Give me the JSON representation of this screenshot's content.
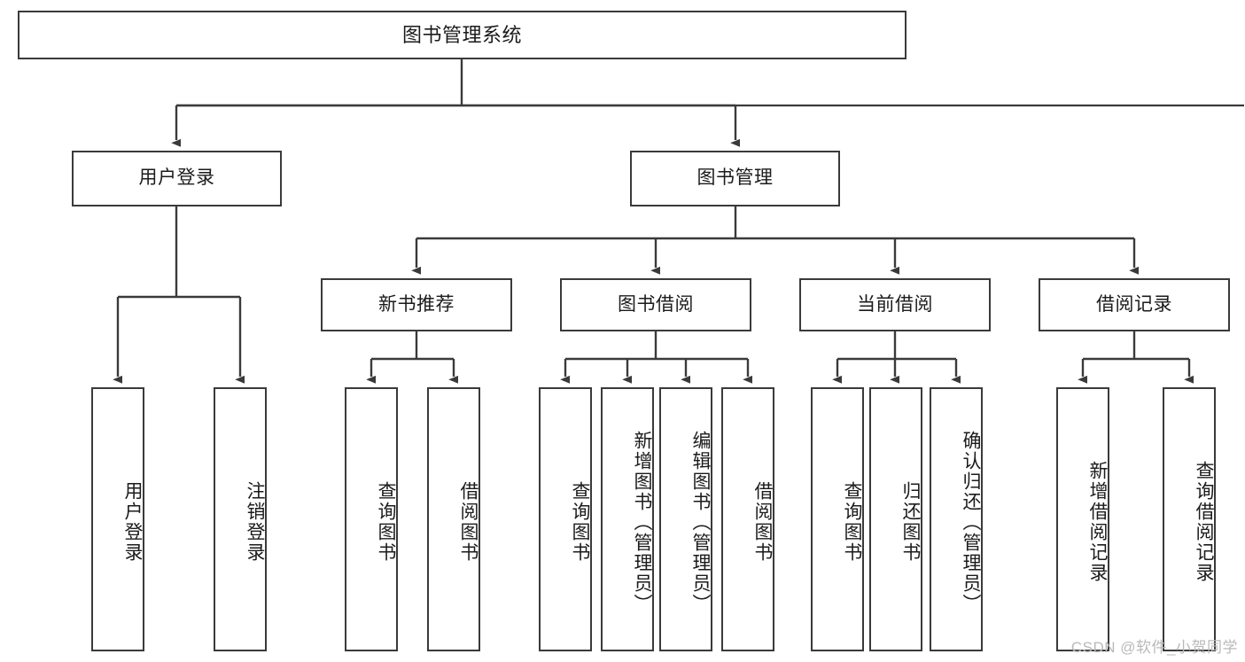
{
  "diagram": {
    "title": "图书管理系统",
    "type": "tree-hierarchy-diagram",
    "watermark": "CSDN @软件_小贺同学",
    "colors": {
      "box_border": "#3a3a3a",
      "box_fill": "#ffffff",
      "edge": "#3a3a3a",
      "text": "#1b1b1b",
      "watermark": "#b9b9b9",
      "background": "#ffffff"
    },
    "nodes": {
      "root": {
        "label": "图书管理系统"
      },
      "level1": [
        {
          "label": "用户登录"
        },
        {
          "label": "图书管理"
        }
      ],
      "level2": [
        {
          "label": "新书推荐"
        },
        {
          "label": "图书借阅"
        },
        {
          "label": "当前借阅"
        },
        {
          "label": "借阅记录"
        }
      ],
      "leaves": {
        "user_login": [
          {
            "label": "用户登录"
          },
          {
            "label": "注销登录"
          }
        ],
        "new_book_recommend": [
          {
            "label": "查询图书"
          },
          {
            "label": "借阅图书"
          }
        ],
        "book_borrow": [
          {
            "label": "查询图书"
          },
          {
            "label": "新增图书（管理员）"
          },
          {
            "label": "编辑图书（管理员）"
          },
          {
            "label": "借阅图书"
          }
        ],
        "current_borrow": [
          {
            "label": "查询图书"
          },
          {
            "label": "归还图书"
          },
          {
            "label": "确认归还（管理员）"
          }
        ],
        "borrow_record": [
          {
            "label": "新增借阅记录"
          },
          {
            "label": "查询借阅记录"
          }
        ]
      }
    }
  }
}
